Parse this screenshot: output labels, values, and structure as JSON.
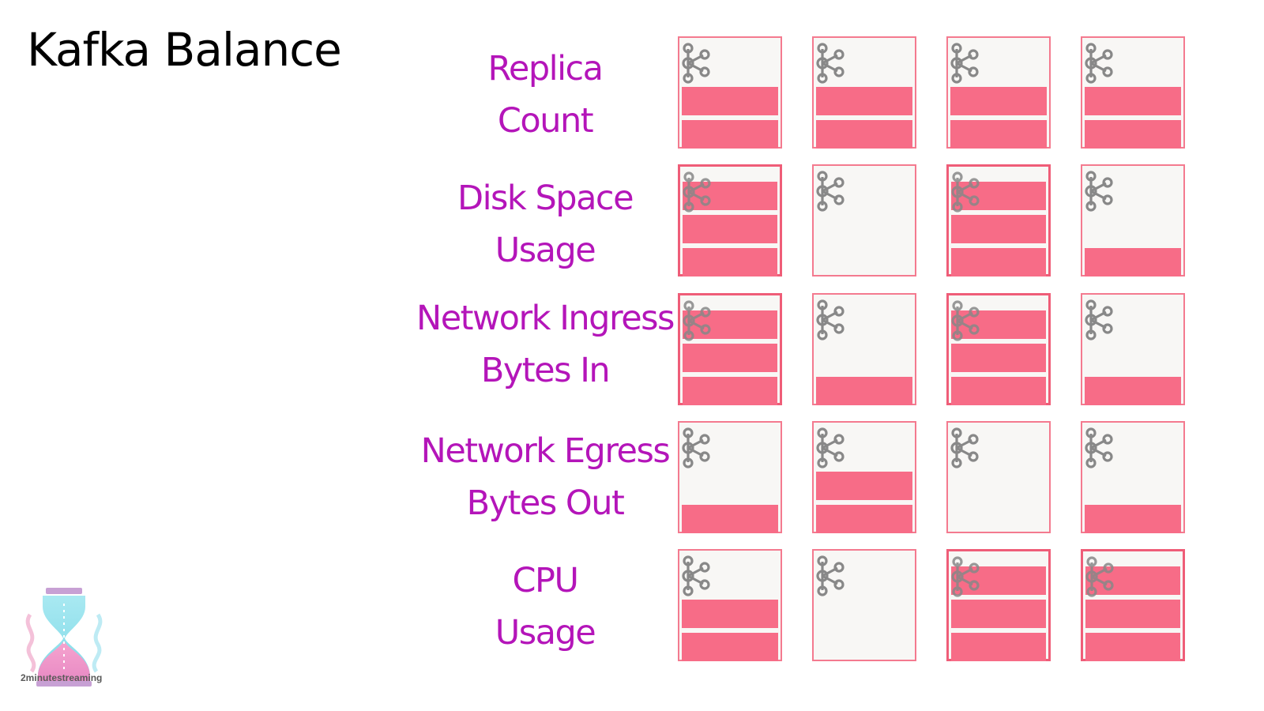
{
  "title": "Kafka Balance",
  "colors": {
    "label": "#b415b9",
    "bar": "#f76c87",
    "broker_border": "#f47a8f",
    "broker_bg": "#f8f7f5",
    "kafka_icon": "#888888"
  },
  "metrics": [
    {
      "line1": "Replica",
      "line2": "Count",
      "brokers": [
        {
          "bars": 2,
          "saturated": false
        },
        {
          "bars": 2,
          "saturated": false
        },
        {
          "bars": 2,
          "saturated": false
        },
        {
          "bars": 2,
          "saturated": false
        }
      ]
    },
    {
      "line1": "Disk Space",
      "line2": "Usage",
      "brokers": [
        {
          "bars": 3,
          "saturated": true
        },
        {
          "bars": 0,
          "saturated": false
        },
        {
          "bars": 3,
          "saturated": true
        },
        {
          "bars": 1,
          "saturated": false
        }
      ]
    },
    {
      "line1": "Network Ingress",
      "line2": "Bytes In",
      "brokers": [
        {
          "bars": 3,
          "saturated": true
        },
        {
          "bars": 1,
          "saturated": false
        },
        {
          "bars": 3,
          "saturated": true
        },
        {
          "bars": 1,
          "saturated": false
        }
      ]
    },
    {
      "line1": "Network Egress",
      "line2": "Bytes Out",
      "brokers": [
        {
          "bars": 1,
          "saturated": false
        },
        {
          "bars": 2,
          "saturated": false
        },
        {
          "bars": 0,
          "saturated": false
        },
        {
          "bars": 1,
          "saturated": false
        }
      ]
    },
    {
      "line1": "CPU",
      "line2": "Usage",
      "brokers": [
        {
          "bars": 2,
          "saturated": false
        },
        {
          "bars": 0,
          "saturated": false
        },
        {
          "bars": 3,
          "saturated": true
        },
        {
          "bars": 3,
          "saturated": true
        }
      ]
    }
  ],
  "logo": {
    "icon": "hourglass-icon",
    "text": "2minutestreaming"
  }
}
